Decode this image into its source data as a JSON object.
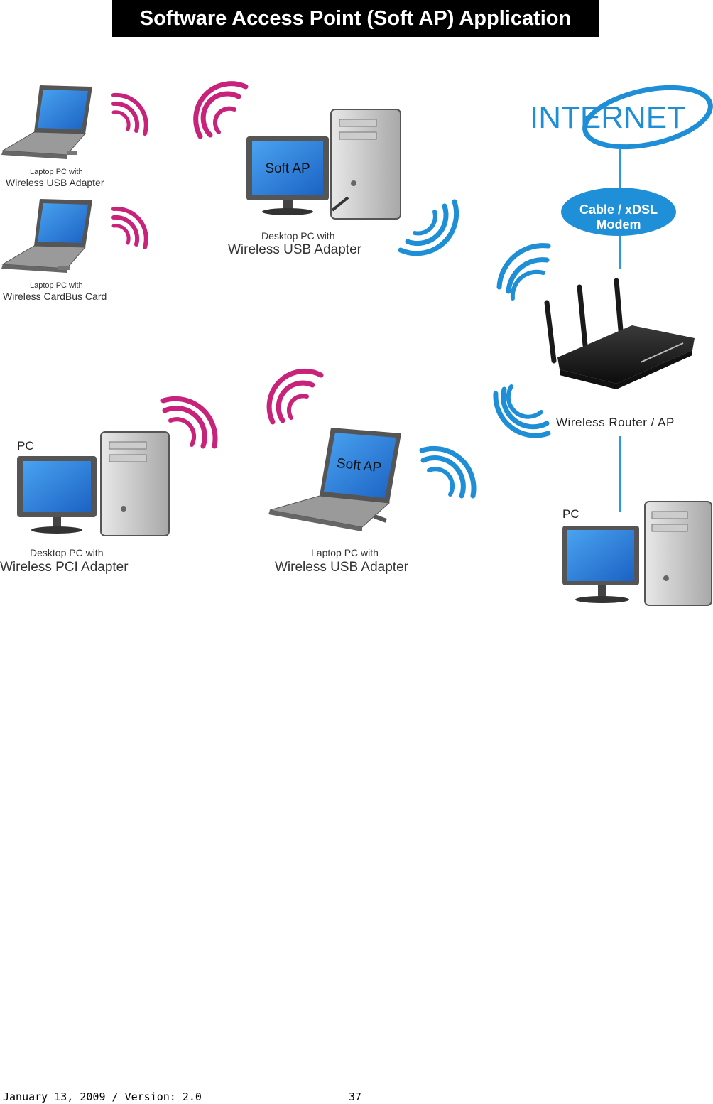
{
  "header": {
    "title": "Software Access Point (Soft AP) Application"
  },
  "diagram": {
    "internet_logo": "INTERNET",
    "modem": {
      "line1": "Cable / xDSL",
      "line2": "Modem"
    },
    "router_label": "Wireless Router / AP",
    "pc_right_label": "PC",
    "pc_left_label": "PC",
    "laptop_usb": {
      "line1": "Laptop PC with",
      "line2": "Wireless USB Adapter"
    },
    "laptop_cardbus": {
      "line1": "Laptop PC with",
      "line2": "Wireless CardBus Card"
    },
    "desktop_usb": {
      "line1": "Desktop PC with",
      "line2": "Wireless USB Adapter",
      "screen": "Soft AP"
    },
    "desktop_pci": {
      "line1": "Desktop PC with",
      "line2": "Wireless PCI Adapter"
    },
    "laptop_softap": {
      "line1": "Laptop PC with",
      "line2": "Wireless USB Adapter",
      "screen": "Soft AP"
    },
    "colors": {
      "signal_magenta": "#c8237a",
      "signal_blue": "#1e8fd6",
      "modem_blue": "#1f90d8",
      "line_blue": "#2a9ad8"
    },
    "icons": [
      "laptop-icon",
      "desktop-pc-icon",
      "wireless-router-icon",
      "modem-icon",
      "internet-logo-icon",
      "wireless-signal-icon"
    ]
  },
  "footer": {
    "date_version": "January 13, 2009 / Version: 2.0",
    "page_number": "37"
  }
}
